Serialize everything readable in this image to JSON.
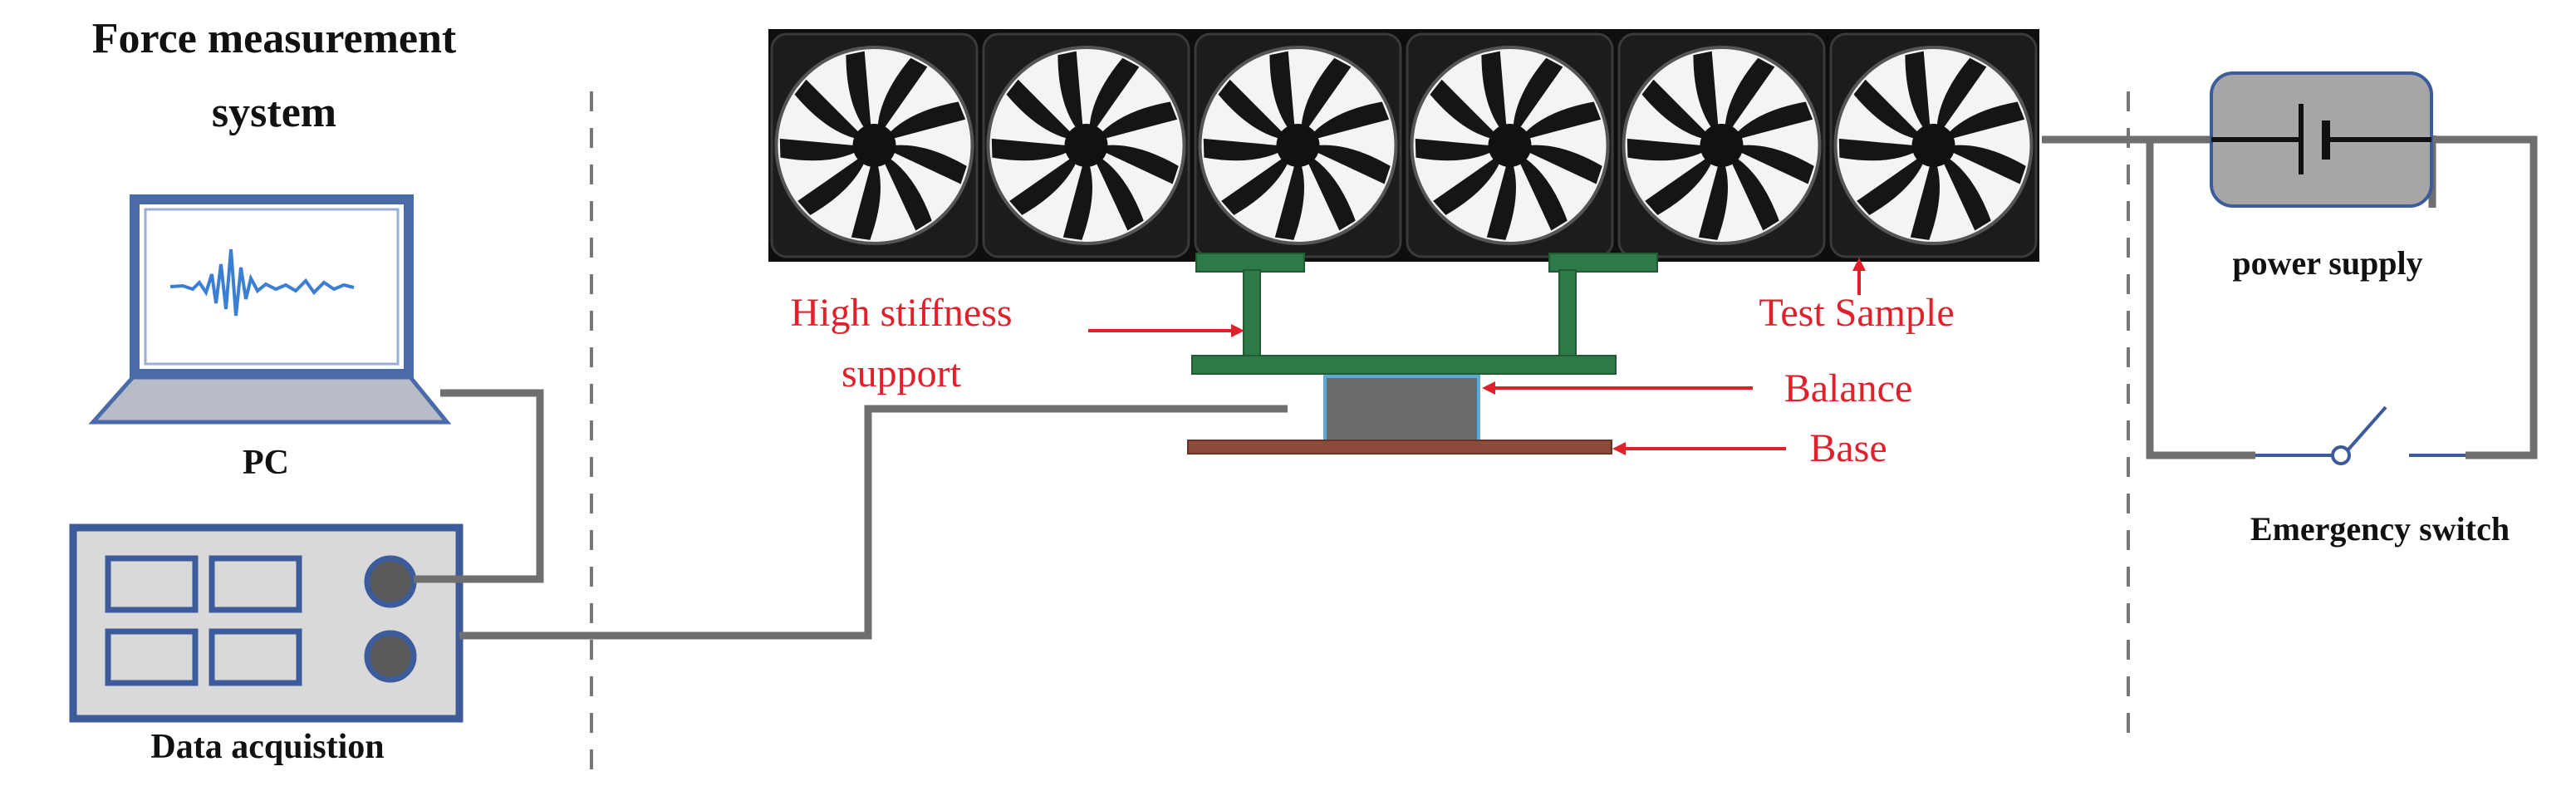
{
  "title": {
    "line1": "Force measurement",
    "line2": "system"
  },
  "labels": {
    "pc": "PC",
    "data_acquisition": "Data acquistion",
    "power_supply": "power supply",
    "emergency_switch": "Emergency switch",
    "support_line1": "High stiffness",
    "support_line2": "support",
    "test_sample": "Test Sample",
    "balance": "Balance",
    "base": "Base"
  },
  "fan_count": 6,
  "colors": {
    "label_red": "#e0212b",
    "support_green": "#2e7a46",
    "balance_fill": "#6b6b6b",
    "balance_border": "#5aa9d6",
    "base_brown": "#8b4a3a",
    "device_blue": "#3b5b9a",
    "device_fill": "#d9d9d9",
    "cable_gray": "#6f6f6f",
    "battery_fill": "#a6a6a6",
    "screen_signal": "#3b7fd4"
  },
  "icons": [
    "laptop-icon",
    "data-acquisition-device-icon",
    "battery-icon",
    "switch-icon",
    "fan-array-icon"
  ]
}
